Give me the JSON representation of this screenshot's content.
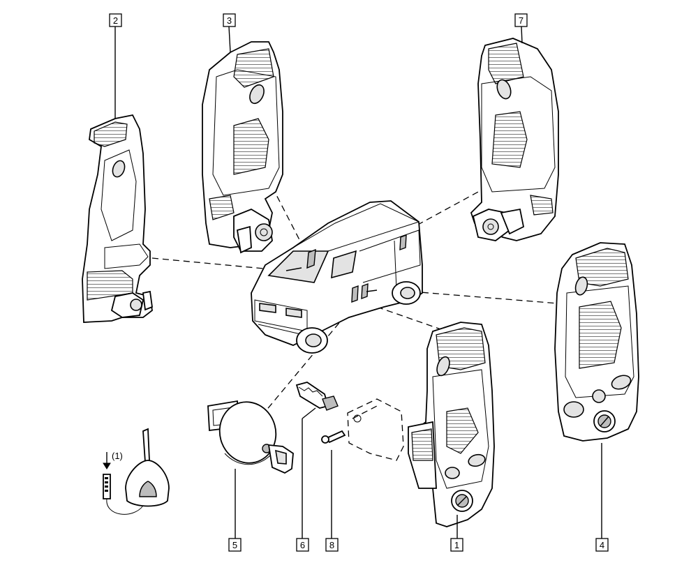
{
  "diagram": {
    "callouts": [
      {
        "id": "1",
        "label": "1"
      },
      {
        "id": "2",
        "label": "2"
      },
      {
        "id": "3",
        "label": "3"
      },
      {
        "id": "4",
        "label": "4"
      },
      {
        "id": "5",
        "label": "5"
      },
      {
        "id": "6",
        "label": "6"
      },
      {
        "id": "7",
        "label": "7"
      },
      {
        "id": "8",
        "label": "8"
      }
    ],
    "key_note": "(1)"
  }
}
